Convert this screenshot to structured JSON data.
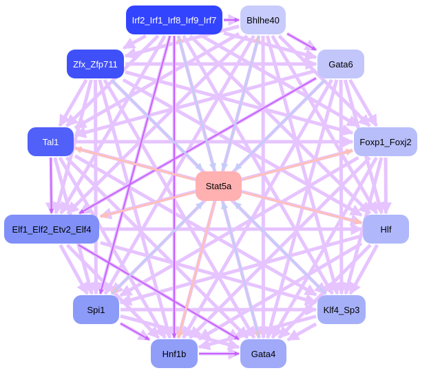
{
  "nodes": [
    {
      "id": "irf",
      "label": "Irf2_Irf1_Irf8_Irf9_Irf7",
      "color": "#3344ff",
      "text": "#ffffff"
    },
    {
      "id": "bhlhe40",
      "label": "Bhlhe40",
      "color": "#c8ccfc",
      "text": "#000000"
    },
    {
      "id": "zfx",
      "label": "Zfx_Zfp711",
      "color": "#4050f8",
      "text": "#ffffff"
    },
    {
      "id": "gata6",
      "label": "Gata6",
      "color": "#c2c6fb",
      "text": "#000000"
    },
    {
      "id": "tal1",
      "label": "Tal1",
      "color": "#5060f8",
      "text": "#ffffff"
    },
    {
      "id": "foxp1",
      "label": "Foxp1_Foxj2",
      "color": "#b8bef9",
      "text": "#000000"
    },
    {
      "id": "stat5a",
      "label": "Stat5a",
      "color": "#ffb0b0",
      "text": "#000000"
    },
    {
      "id": "elf1",
      "label": "Elf1_Elf2_Etv2_Elf4",
      "color": "#8090f8",
      "text": "#000000"
    },
    {
      "id": "hlf",
      "label": "Hlf",
      "color": "#b0b8fb",
      "text": "#000000"
    },
    {
      "id": "spi1",
      "label": "Spi1",
      "color": "#8c9af8",
      "text": "#000000"
    },
    {
      "id": "klf4",
      "label": "Klf4_Sp3",
      "color": "#a6b0f9",
      "text": "#000000"
    },
    {
      "id": "hnf1b",
      "label": "Hnf1b",
      "color": "#909ef8",
      "text": "#000000"
    },
    {
      "id": "gata4",
      "label": "Gata4",
      "color": "#a0aaf9",
      "text": "#000000"
    }
  ],
  "edge_colors": {
    "light": "#e6c4ff",
    "strong": "#c860ff",
    "pink": "#ffc0b8",
    "blue": "#c4ccf8"
  },
  "hub_edges": [
    {
      "from": "stat5a",
      "to": "irf",
      "type": "pink"
    },
    {
      "from": "stat5a",
      "to": "bhlhe40",
      "type": "pink"
    },
    {
      "from": "stat5a",
      "to": "tal1",
      "type": "pink"
    },
    {
      "from": "stat5a",
      "to": "elf1",
      "type": "pink"
    },
    {
      "from": "stat5a",
      "to": "spi1",
      "type": "pink"
    },
    {
      "from": "stat5a",
      "to": "hnf1b",
      "type": "pink"
    },
    {
      "from": "stat5a",
      "to": "foxp1",
      "type": "pink"
    },
    {
      "from": "stat5a",
      "to": "hlf",
      "type": "pink"
    },
    {
      "from": "stat5a",
      "to": "gata4",
      "type": "pink"
    },
    {
      "from": "zfx",
      "to": "stat5a",
      "type": "blue"
    },
    {
      "from": "gata6",
      "to": "stat5a",
      "type": "blue"
    },
    {
      "from": "klf4",
      "to": "stat5a",
      "type": "blue"
    },
    {
      "from": "bhlhe40",
      "to": "stat5a",
      "type": "blue"
    },
    {
      "from": "irf",
      "to": "stat5a",
      "type": "blue"
    },
    {
      "from": "gata4",
      "to": "stat5a",
      "type": "blue"
    },
    {
      "from": "spi1",
      "to": "stat5a",
      "type": "blue"
    }
  ],
  "strong_edges": [
    {
      "from": "irf",
      "to": "bhlhe40"
    },
    {
      "from": "tal1",
      "to": "elf1"
    },
    {
      "from": "elf1",
      "to": "gata4"
    },
    {
      "from": "gata6",
      "to": "elf1"
    },
    {
      "from": "irf",
      "to": "spi1"
    },
    {
      "from": "spi1",
      "to": "hnf1b"
    },
    {
      "from": "hnf1b",
      "to": "gata4"
    },
    {
      "from": "irf",
      "to": "hnf1b"
    },
    {
      "from": "bhlhe40",
      "to": "gata6"
    }
  ]
}
